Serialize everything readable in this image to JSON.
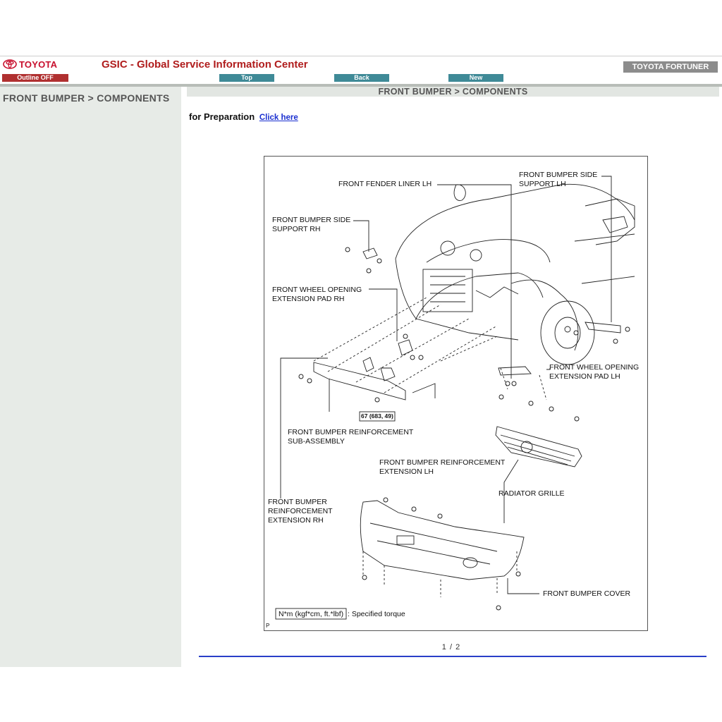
{
  "header": {
    "brand": "TOYOTA",
    "outline_label": "Outline OFF",
    "app_title": "GSIC - Global Service Information Center",
    "nav": {
      "top": "Top",
      "back": "Back",
      "new": "New"
    },
    "vehicle": "TOYOTA FORTUNER"
  },
  "sidebar": {
    "title": "FRONT BUMPER > COMPONENTS"
  },
  "main": {
    "title": "FRONT BUMPER > COMPONENTS",
    "prep_text": "for Preparation",
    "prep_link": "Click here"
  },
  "diagram": {
    "labels": {
      "fender_liner": "FRONT FENDER LINER LH",
      "side_support_lh": "FRONT BUMPER SIDE\nSUPPORT LH",
      "side_support_rh": "FRONT BUMPER SIDE\nSUPPORT RH",
      "wheel_pad_rh": "FRONT WHEEL OPENING\nEXTENSION PAD RH",
      "wheel_pad_lh": "FRONT WHEEL OPENING\nEXTENSION PAD LH",
      "torque": "67 (683, 49)",
      "reinforcement": "FRONT BUMPER REINFORCEMENT\nSUB-ASSEMBLY",
      "reinf_ext_lh": "FRONT BUMPER REINFORCEMENT\nEXTENSION LH",
      "radiator_grille": "RADIATOR GRILLE",
      "reinf_ext_rh": "FRONT BUMPER\nREINFORCEMENT\nEXTENSION RH",
      "bumper_cover": "FRONT BUMPER COVER",
      "torque_legend_box": "N*m (kgf*cm, ft.*lbf)",
      "torque_legend_text": ": Specified torque",
      "corner_mark": "P"
    }
  },
  "pager": "1 / 2",
  "colors": {
    "brand_red": "#c8102e",
    "nav_teal": "#3f8a97",
    "link_blue": "#1a2fd0"
  }
}
